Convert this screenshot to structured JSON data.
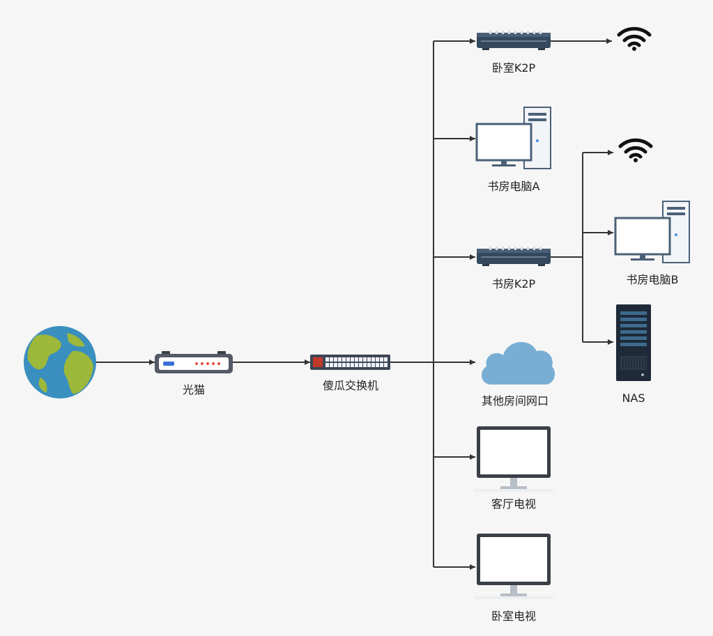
{
  "labels": {
    "modem": "光猫",
    "switch": "傻瓜交换机",
    "bedroom_router": "卧室K2P",
    "study_pc_a": "书房电脑A",
    "study_router": "书房K2P",
    "study_pc_b": "书房电脑B",
    "nas": "NAS",
    "other_ports": "其他房间网口",
    "living_tv": "客厅电视",
    "bedroom_tv": "卧室电视"
  },
  "icons": {
    "internet": "globe-icon",
    "modem": "modem-icon",
    "switch": "switch-icon",
    "router": "router-icon",
    "wifi": "wifi-icon",
    "pc": "desktop-computer-icon",
    "nas": "nas-server-icon",
    "cloud": "cloud-icon",
    "tv": "monitor-icon"
  },
  "colors": {
    "line": "#333333",
    "globe_ocean": "#3a8fbf",
    "globe_land": "#9db83a",
    "router_body": "#34495e",
    "cloud": "#78aed4"
  }
}
